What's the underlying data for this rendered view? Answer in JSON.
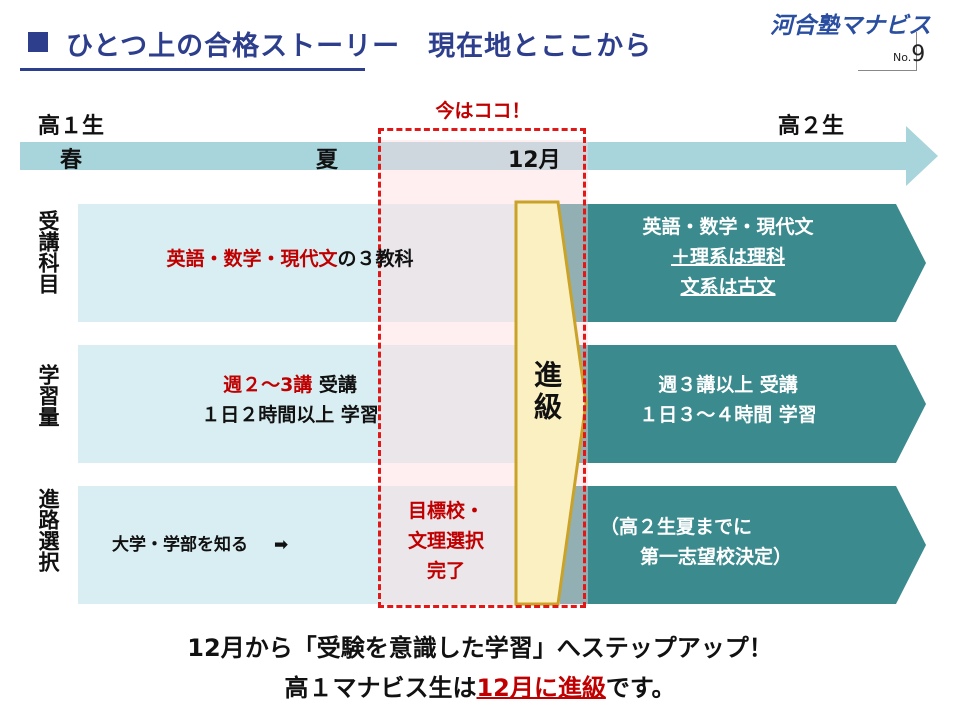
{
  "header": {
    "title": "ひとつ上の合格ストーリー　現在地とここから",
    "logo": "河合塾マナビス",
    "page_prefix": "No.",
    "page_number": "9"
  },
  "timeline": {
    "start_grade": "高１生",
    "end_grade": "高２生",
    "now_label": "今はココ！",
    "seasons": [
      "春",
      "夏",
      "12月"
    ]
  },
  "rows": [
    {
      "label": "受講科目",
      "before_highlight": "英語・数学・現代文",
      "before_rest": "の３教科",
      "after_lines": [
        "英語・数学・現代文",
        "＋理系は理科",
        "文系は古文"
      ]
    },
    {
      "label": "学習量",
      "before_line1_highlight": "週２～3講",
      "before_line1_rest": " 受講",
      "before_line2": "１日２時間以上 学習",
      "after_lines": [
        "週３講以上 受講",
        "１日３～４時間 学習"
      ]
    },
    {
      "label": "進路選択",
      "before_text": "大学・学部を知る",
      "arrow": "➡",
      "now_lines": [
        "目標校・",
        "文理選択",
        "完了"
      ],
      "after_lines": [
        "（高２生夏までに",
        "第一志望校決定）"
      ]
    }
  ],
  "shinkyu": "進級",
  "footer": {
    "line1": "12月から「受験を意識した学習」へステップアップ！",
    "line2_a": "高１マナビス生は",
    "line2_b": "12月に進級",
    "line2_c": "です。"
  },
  "colors": {
    "title": "#2d3e8c",
    "timeline": "#a8d4dc",
    "light_box": "#d9eef2",
    "dark_arrow": "#3a8a8e",
    "highlight_red": "#c00000",
    "shinkyu_fill": "#faf0c2",
    "shinkyu_border": "#c9a227"
  }
}
